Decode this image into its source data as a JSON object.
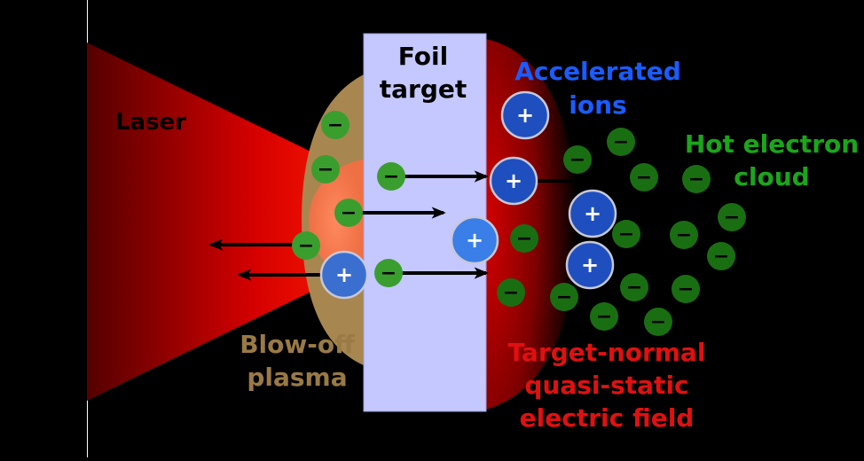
{
  "labels": {
    "laser": "Laser",
    "foil_line1": "Foil",
    "foil_line2": "target",
    "accelerated_line1": "Accelerated",
    "accelerated_line2": "ions",
    "hot_line1": "Hot electron",
    "hot_line2": "cloud",
    "blowoff_line1": "Blow-off",
    "blowoff_line2": "plasma",
    "field_line1": "Target-normal",
    "field_line2": "quasi-static",
    "field_line3": "electric field"
  },
  "symbols": {
    "electron": "−",
    "ion": "+"
  },
  "colors": {
    "background": "#000000",
    "laser": "#e00000",
    "foil": "#c4c8ff",
    "blowoff_plasma": "#b08a55",
    "electron": "#3a9e2f",
    "electron_dark": "#1a6e12",
    "ion": "#1f4fbf",
    "label_laser": "#000000",
    "label_ions": "#1a5cff",
    "label_electrons": "#1aa61a",
    "label_plasma": "#9a7a45",
    "label_field": "#e01010"
  }
}
